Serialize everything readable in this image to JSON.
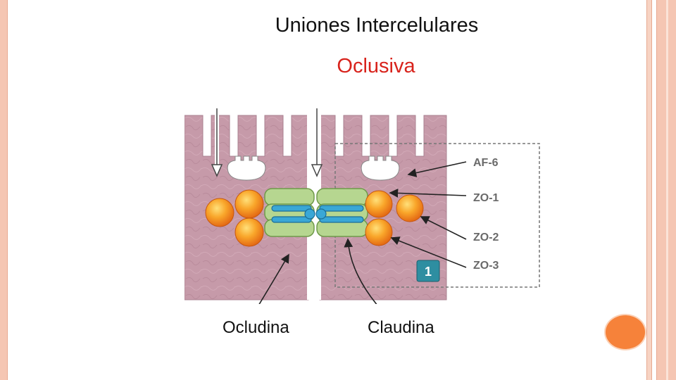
{
  "slide": {
    "title": "Uniones Intercelulares",
    "subtitle": "Oclusiva"
  },
  "diagram": {
    "protein_labels": [
      "AF-6",
      "ZO-1",
      "ZO-2",
      "ZO-3"
    ],
    "panel_number": "1",
    "captions": [
      "Ocludina",
      "Claudina"
    ]
  },
  "colors": {
    "title": "#111111",
    "subtitle": "#d8231c",
    "cytoplasm": "#c69aa9",
    "occludin_green": "#b6d690",
    "claudin_blue": "#3aa7d6",
    "zo_orange": "#f59a1e",
    "accent_circle": "#f6823a",
    "frame": "#f5c6b3"
  }
}
